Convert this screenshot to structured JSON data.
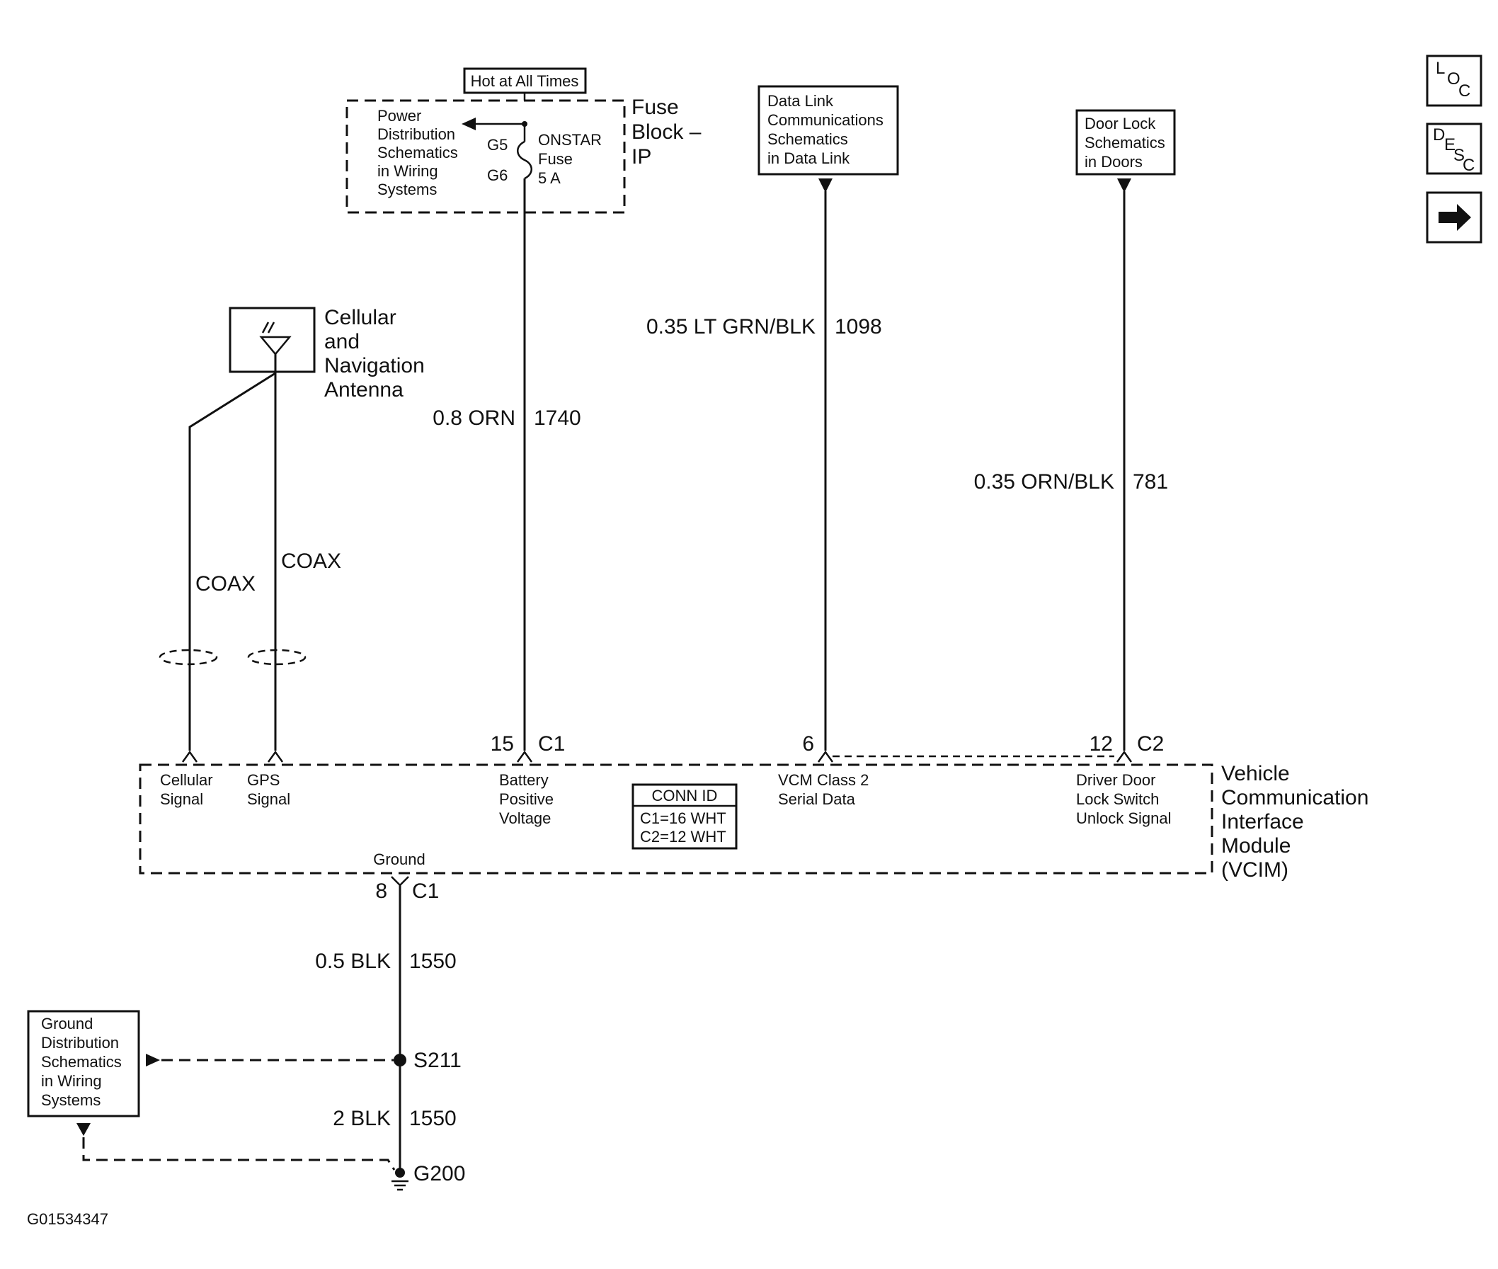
{
  "fuse_block": {
    "hot_label": "Hot at All Times",
    "title_lines": [
      "Fuse",
      "Block –",
      "IP"
    ],
    "power_dist_lines": [
      "Power",
      "Distribution",
      "Schematics",
      "in Wiring",
      "Systems"
    ],
    "pin_top": "G5",
    "pin_bottom": "G6",
    "fuse_lines": [
      "ONSTAR",
      "Fuse",
      "5 A"
    ]
  },
  "data_link_box": {
    "lines": [
      "Data Link",
      "Communications",
      "Schematics",
      "in Data Link"
    ]
  },
  "door_lock_box": {
    "lines": [
      "Door Lock",
      "Schematics",
      "in Doors"
    ]
  },
  "antenna": {
    "lines": [
      "Cellular",
      "and",
      "Navigation",
      "Antenna"
    ]
  },
  "wires": {
    "battery": {
      "gauge_color": "0.8 ORN",
      "circuit": "1740"
    },
    "data": {
      "gauge_color": "0.35 LT GRN/BLK",
      "circuit": "1098"
    },
    "door": {
      "gauge_color": "0.35 ORN/BLK",
      "circuit": "781"
    },
    "coax_left": "COAX",
    "coax_right": "COAX",
    "ground_upper": {
      "gauge_color": "0.5 BLK",
      "circuit": "1550"
    },
    "ground_lower": {
      "gauge_color": "2 BLK",
      "circuit": "1550"
    }
  },
  "pins": {
    "battery": {
      "num": "15",
      "conn": "C1"
    },
    "data": {
      "num": "6"
    },
    "door": {
      "num": "12",
      "conn": "C2"
    },
    "ground": {
      "num": "8",
      "conn": "C1"
    }
  },
  "module": {
    "title_lines": [
      "Vehicle",
      "Communication",
      "Interface",
      "Module",
      "(VCIM)"
    ],
    "cellular_signal": [
      "Cellular",
      "Signal"
    ],
    "gps_signal": [
      "GPS",
      "Signal"
    ],
    "battery_voltage": [
      "Battery",
      "Positive",
      "Voltage"
    ],
    "vcm_data": [
      "VCM Class 2",
      "Serial Data"
    ],
    "driver_door": [
      "Driver Door",
      "Lock Switch",
      "Unlock Signal"
    ],
    "ground_label": "Ground"
  },
  "conn_id": {
    "title": "CONN ID",
    "lines": [
      "C1=16 WHT",
      "C2=12 WHT"
    ]
  },
  "ground_box": {
    "lines": [
      "Ground",
      "Distribution",
      "Schematics",
      "in Wiring",
      "Systems"
    ]
  },
  "splice": "S211",
  "ground_point": "G200",
  "figure_id": "G01534347",
  "nav": {
    "loc": [
      "L",
      "O",
      "C"
    ],
    "desc": [
      "D",
      "E",
      "S",
      "C"
    ],
    "next_icon": "arrow-right-icon"
  }
}
